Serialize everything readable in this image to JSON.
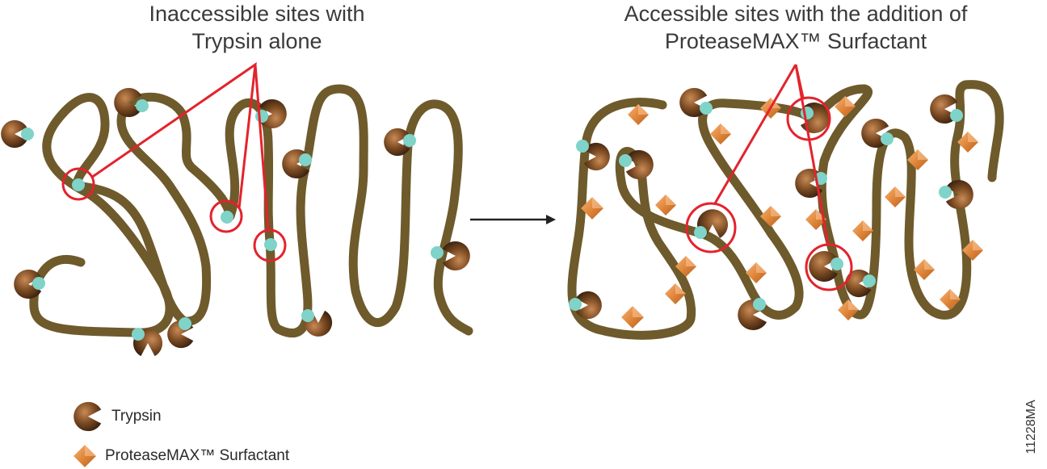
{
  "headings": {
    "left": [
      "Inaccessible sites with",
      "Trypsin alone"
    ],
    "right": [
      "Accessible sites with the addition of",
      "ProteaseMAX™ Surfactant"
    ]
  },
  "legend": {
    "trypsin_label": "Trypsin",
    "surfactant_label": "ProteaseMAX™ Surfactant"
  },
  "figure_code": "11228MA",
  "colors": {
    "protein_strand": "#6e5a2b",
    "cleavage_site": "#7fd3c9",
    "trypsin": "#7a4a22",
    "surfactant": "#e0873a",
    "highlight": "#e3232c",
    "arrow": "#222222"
  },
  "icons": {
    "trypsin": "pacman-enzyme-icon",
    "surfactant": "diamond-icon",
    "arrow": "right-arrow-icon"
  }
}
